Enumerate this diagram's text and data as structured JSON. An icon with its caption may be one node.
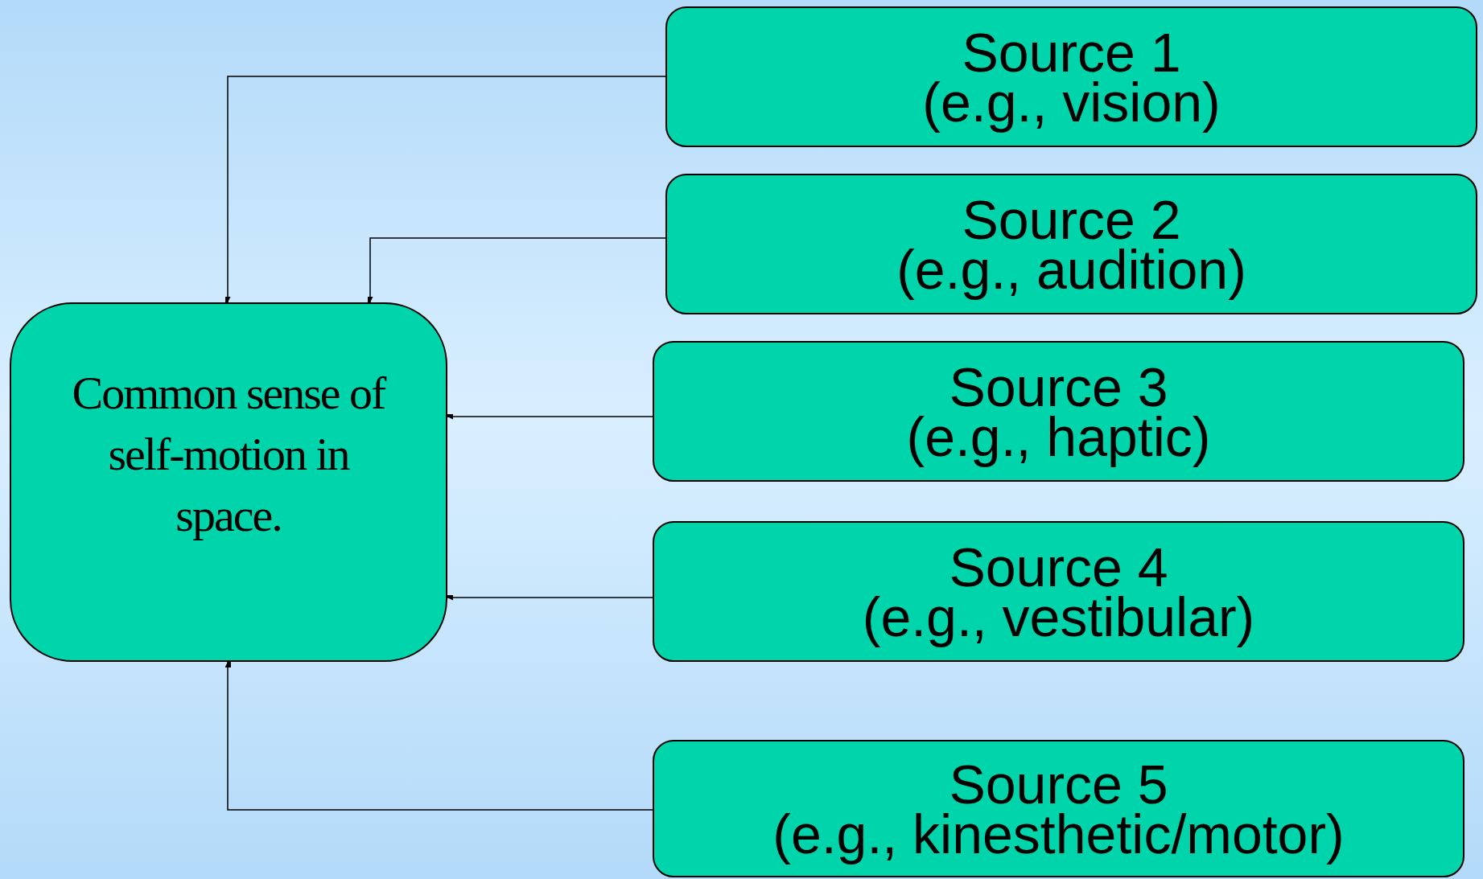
{
  "diagram": {
    "nodes": [
      {
        "text": [
          "Common sense of self-motion in space."
        ]
      },
      {
        "text": [
          "Source 1",
          "(e.g., vision)"
        ]
      },
      {
        "text": [
          "Source 2",
          "(e.g., audition)"
        ]
      },
      {
        "text": [
          "Source 3",
          "(e.g., haptic)"
        ]
      },
      {
        "text": [
          "Source 4",
          "(e.g., vestibular)"
        ]
      },
      {
        "text": [
          "Source 5",
          "(e.g., kinesthetic/motor)"
        ]
      }
    ],
    "edges": [
      {
        "from": 1,
        "to": 0,
        "arrow": "to"
      },
      {
        "from": 2,
        "to": 0,
        "arrow": "to"
      },
      {
        "from": 3,
        "to": 0,
        "arrow": "to"
      },
      {
        "from": 4,
        "to": 0,
        "arrow": "to"
      },
      {
        "from": 5,
        "to": 0,
        "arrow": "to"
      }
    ]
  }
}
